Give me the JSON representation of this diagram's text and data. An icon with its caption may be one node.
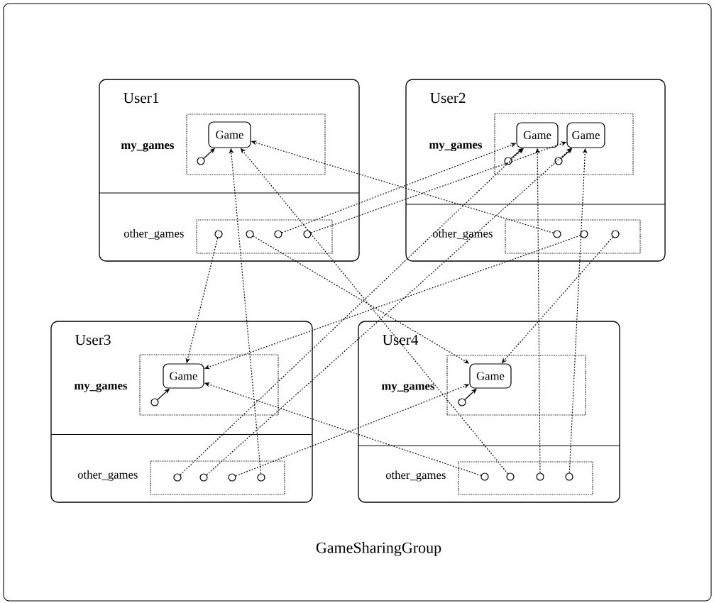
{
  "diagram": {
    "nodes": [
      {
        "text": [
          "GameSharingGroup"
        ]
      },
      {
        "text": [
          "User1"
        ],
        "in": 0
      },
      {
        "text": [
          "my_games"
        ],
        "in": 1
      },
      {
        "text": [
          "Game"
        ],
        "in": 2
      },
      {
        "text": [],
        "shape": "circle",
        "in": 2
      },
      {
        "text": [
          "other_games"
        ],
        "in": 1
      },
      {
        "text": [],
        "shape": "circle",
        "in": 5
      },
      {
        "text": [],
        "shape": "circle",
        "in": 5
      },
      {
        "text": [],
        "shape": "circle",
        "in": 5
      },
      {
        "text": [],
        "shape": "circle",
        "in": 5
      },
      {
        "text": [
          "User2"
        ],
        "in": 0
      },
      {
        "text": [
          "my_games"
        ],
        "in": 10
      },
      {
        "text": [
          "Game"
        ],
        "in": 11
      },
      {
        "text": [],
        "shape": "circle",
        "in": 11
      },
      {
        "text": [
          "Game"
        ],
        "in": 11
      },
      {
        "text": [],
        "shape": "circle",
        "in": 11
      },
      {
        "text": [
          "other_games"
        ],
        "in": 10
      },
      {
        "text": [],
        "shape": "circle",
        "in": 16
      },
      {
        "text": [],
        "shape": "circle",
        "in": 16
      },
      {
        "text": [],
        "shape": "circle",
        "in": 16
      },
      {
        "text": [
          "User3"
        ],
        "in": 0
      },
      {
        "text": [
          "my_games"
        ],
        "in": 20
      },
      {
        "text": [
          "Game"
        ],
        "in": 21
      },
      {
        "text": [],
        "shape": "circle",
        "in": 21
      },
      {
        "text": [
          "other_games"
        ],
        "in": 20
      },
      {
        "text": [],
        "shape": "circle",
        "in": 24
      },
      {
        "text": [],
        "shape": "circle",
        "in": 24
      },
      {
        "text": [],
        "shape": "circle",
        "in": 24
      },
      {
        "text": [],
        "shape": "circle",
        "in": 24
      },
      {
        "text": [
          "User4"
        ],
        "in": 0
      },
      {
        "text": [
          "my_games"
        ],
        "in": 29
      },
      {
        "text": [
          "Game"
        ],
        "in": 30
      },
      {
        "text": [],
        "shape": "circle",
        "in": 30
      },
      {
        "text": [
          "other_games"
        ],
        "in": 29
      },
      {
        "text": [],
        "shape": "circle",
        "in": 33
      },
      {
        "text": [],
        "shape": "circle",
        "in": 33
      },
      {
        "text": [],
        "shape": "circle",
        "in": 33
      },
      {
        "text": [],
        "shape": "circle",
        "in": 33
      }
    ],
    "edges": [
      {
        "from": 4,
        "to": 3,
        "arrow": "to"
      },
      {
        "from": 13,
        "to": 12,
        "arrow": "to"
      },
      {
        "from": 15,
        "to": 14,
        "arrow": "to"
      },
      {
        "from": 23,
        "to": 22,
        "arrow": "to"
      },
      {
        "from": 32,
        "to": 31,
        "arrow": "to"
      },
      {
        "from": 6,
        "to": 22,
        "arrow": "to",
        "style": "dashed"
      },
      {
        "from": 7,
        "to": 31,
        "arrow": "to",
        "style": "dashed"
      },
      {
        "from": 8,
        "to": 12,
        "arrow": "to",
        "style": "dashed"
      },
      {
        "from": 9,
        "to": 14,
        "arrow": "to",
        "style": "dashed"
      },
      {
        "from": 17,
        "to": 3,
        "arrow": "to",
        "style": "dashed"
      },
      {
        "from": 18,
        "to": 22,
        "arrow": "to",
        "style": "dashed"
      },
      {
        "from": 19,
        "to": 31,
        "arrow": "to",
        "style": "dashed"
      },
      {
        "from": 25,
        "to": 12,
        "arrow": "to",
        "style": "dashed"
      },
      {
        "from": 26,
        "to": 14,
        "arrow": "to",
        "style": "dashed"
      },
      {
        "from": 27,
        "to": 31,
        "arrow": "to",
        "style": "dashed"
      },
      {
        "from": 28,
        "to": 3,
        "arrow": "to",
        "style": "dashed"
      },
      {
        "from": 34,
        "to": 22,
        "arrow": "to",
        "style": "dashed"
      },
      {
        "from": 35,
        "to": 3,
        "arrow": "to",
        "style": "dashed"
      },
      {
        "from": 36,
        "to": 12,
        "arrow": "to",
        "style": "dashed"
      },
      {
        "from": 37,
        "to": 14,
        "arrow": "to",
        "style": "dashed"
      }
    ]
  }
}
